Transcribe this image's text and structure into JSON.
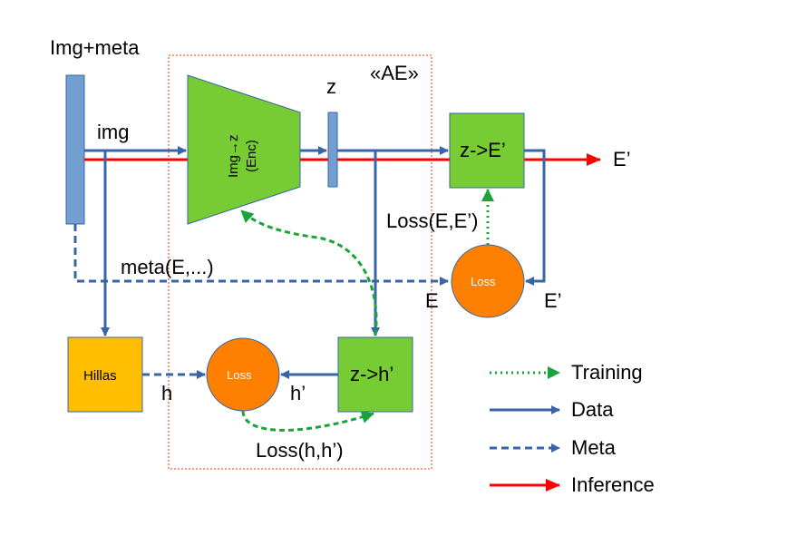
{
  "input_label": "Img+meta",
  "ae_label": "«AE»",
  "z_label": "z",
  "encoder_line1": "Img→z",
  "encoder_line2": "(Enc)",
  "img_label": "img",
  "z_to_e_label": "z->E’",
  "e_prime_out": "E’",
  "loss_e_label": "Loss(E,E’)",
  "meta_label": "meta(E,...)",
  "loss_node_label": "Loss",
  "e_label": "E",
  "e_prime_label": "E’",
  "hillas_label": "Hillas",
  "h_label": "h",
  "h_prime_label": "h’",
  "z_to_h_label": "z->h’",
  "loss_h_label": "Loss(h,h’)",
  "legend": {
    "training": "Training",
    "data": "Data",
    "meta": "Meta",
    "inference": "Inference"
  },
  "colors": {
    "data": "#3765a7",
    "training": "#1aa33a",
    "inference": "#ff0000",
    "green_box": "#77cc33",
    "loss_circle": "#ff8000",
    "hillas_box": "#ffbf00",
    "input_bar": "#729fcf",
    "ae_border": "#ff3300"
  }
}
